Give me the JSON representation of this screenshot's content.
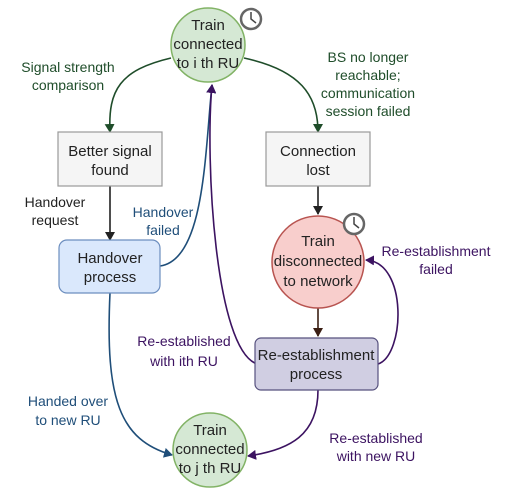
{
  "colors": {
    "green_fill": "#d5e8d4",
    "green_stroke": "#82b366",
    "red_fill": "#f8cecc",
    "red_stroke": "#b85450",
    "gray_fill": "#f5f5f5",
    "gray_stroke": "#999999",
    "blue_fill": "#dae8fc",
    "blue_stroke": "#6c8ebf",
    "purple_fill": "#d0cee2",
    "purple_stroke": "#56517e",
    "edge_green": "#1f4d2a",
    "edge_blue": "#1f4e79",
    "edge_purple": "#3c1361",
    "edge_dark": "#222222",
    "edge_brown": "#3b1f14"
  },
  "nodes": {
    "top_train": {
      "line1": "Train",
      "line2": "connected",
      "line3": "to i th RU",
      "icon": "clock-icon"
    },
    "better_signal": {
      "line1": "Better signal",
      "line2": "found"
    },
    "connection_lost": {
      "line1": "Connection",
      "line2": "lost"
    },
    "handover_process": {
      "line1": "Handover",
      "line2": "process"
    },
    "disconnected": {
      "line1": "Train",
      "line2": "disconnected",
      "line3": "to network",
      "icon": "clock-icon"
    },
    "reestablishment": {
      "line1": "Re-establishment",
      "line2": "process"
    },
    "bottom_train": {
      "line1": "Train",
      "line2": "connected",
      "line3": "to j th RU"
    }
  },
  "edge_labels": {
    "signal_strength": [
      "Signal strength",
      "comparison"
    ],
    "bs_no_longer": [
      "BS no longer",
      "reachable;",
      "communication",
      "session failed"
    ],
    "handover_request": [
      "Handover",
      "request"
    ],
    "handover_failed": [
      "Handover",
      "failed"
    ],
    "reestablishment_failed": [
      "Re-establishment",
      "failed"
    ],
    "reestablished_ith": [
      "Re-established",
      "with ith RU"
    ],
    "handed_over": [
      "Handed over",
      "to new RU"
    ],
    "reestablished_new": [
      "Re-established",
      "with new RU"
    ]
  }
}
